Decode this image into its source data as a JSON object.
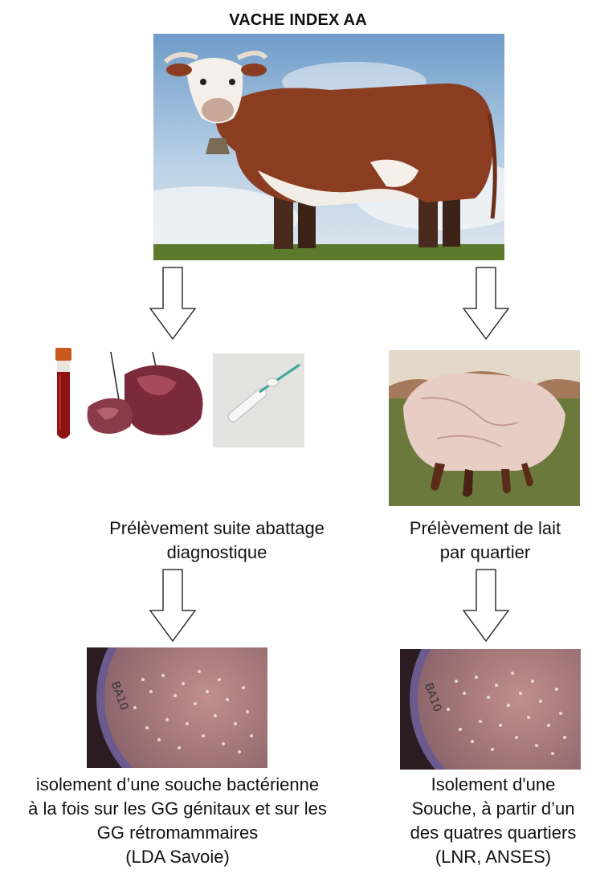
{
  "title": "VACHE INDEX AA",
  "left": {
    "caption_lines": [
      "Prélèvement suite abattage",
      "diagnostique"
    ],
    "result_lines": [
      "isolement d’une souche bactérienne",
      "à la fois sur les GG génitaux et sur les",
      "GG rétromammaires",
      "(LDA Savoie)"
    ]
  },
  "right": {
    "caption_lines": [
      "Prélèvement de lait",
      "par quartier"
    ],
    "result_lines": [
      "Isolement d'une",
      "Souche, à partir d’un",
      "des quatres quartiers",
      "(LNR, ANSES)"
    ]
  },
  "petri_label": "BA10",
  "icons": {
    "cow_photo": "cow-photo",
    "blood_tube": "blood-tube-icon",
    "tissue": "tissue-sample-icon",
    "swab": "swab-icon",
    "udder": "udder-photo",
    "petri": "petri-dish-icon",
    "arrow": "down-arrow-icon"
  }
}
